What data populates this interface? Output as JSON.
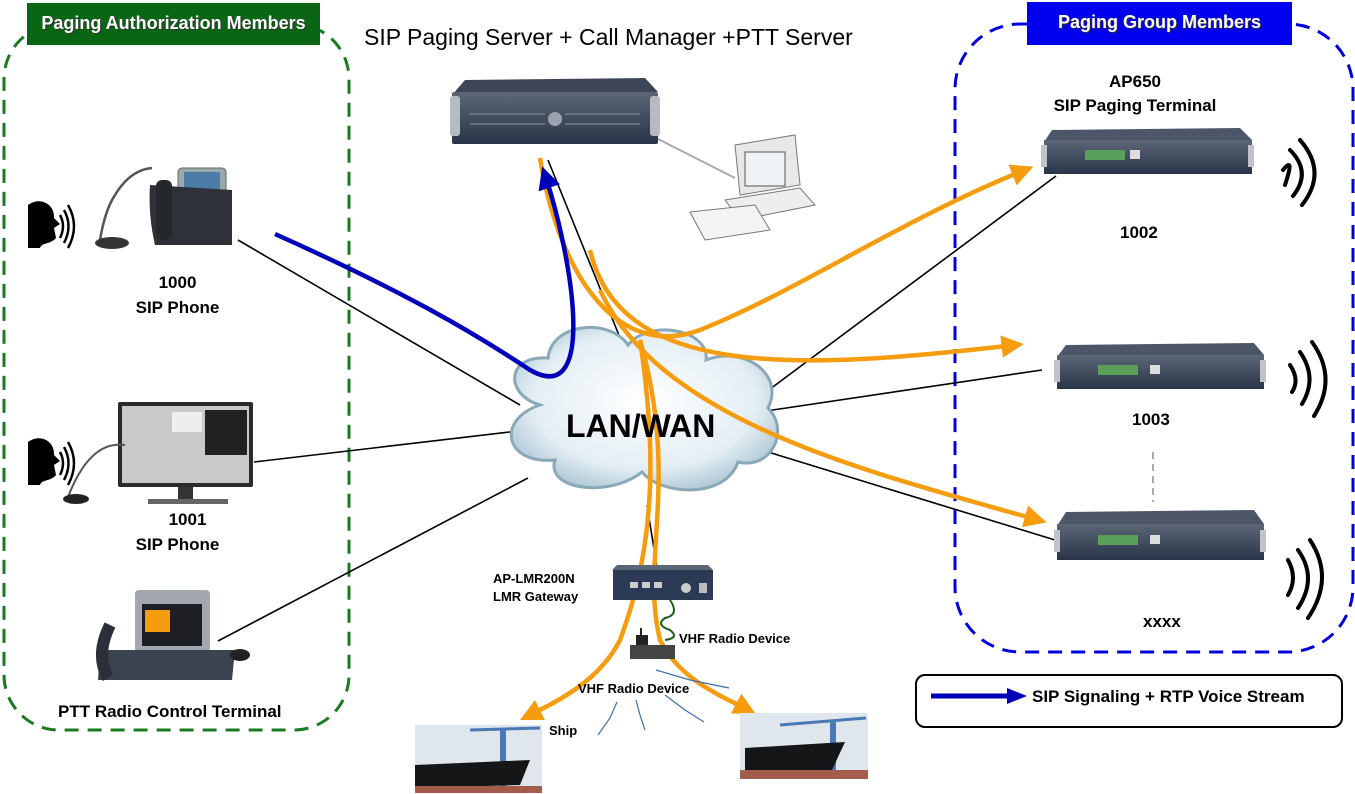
{
  "title": "SIP Paging Server + Call Manager +PTT Server",
  "groups": {
    "authorization": {
      "label": "Paging Authorization Members",
      "color": "#0a6614"
    },
    "paging": {
      "label": "Paging Group Members",
      "color": "#0000ee"
    }
  },
  "network": {
    "label": "LAN/WAN"
  },
  "authorization_members": [
    {
      "ext": "1000",
      "type": "SIP Phone",
      "icon": "desk-phone-with-gooseneck-mic"
    },
    {
      "ext": "1001",
      "type": "SIP Phone",
      "icon": "pc-softphone-with-mic"
    },
    {
      "ext": "",
      "type": "PTT Radio Control Terminal",
      "icon": "video-phone-terminal"
    }
  ],
  "paging_terminal": {
    "model": "AP650",
    "type": "SIP Paging Terminal"
  },
  "paging_members": [
    {
      "ext": "1002",
      "icon": "paging-terminal"
    },
    {
      "ext": "1003",
      "icon": "paging-terminal"
    },
    {
      "ext": "xxxx",
      "icon": "paging-terminal"
    }
  ],
  "gateway": {
    "model": "AP-LMR200N",
    "type": "LMR Gateway"
  },
  "radio_labels": [
    "VHF Radio Device",
    "VHF Radio Device"
  ],
  "ship_label": "Ship",
  "legend": {
    "label": "SIP Signaling + RTP Voice Stream",
    "color": "#0000bb"
  },
  "colors": {
    "voice_stream": "#f59c0f",
    "signaling": "#0000bb",
    "link": "#000000"
  }
}
